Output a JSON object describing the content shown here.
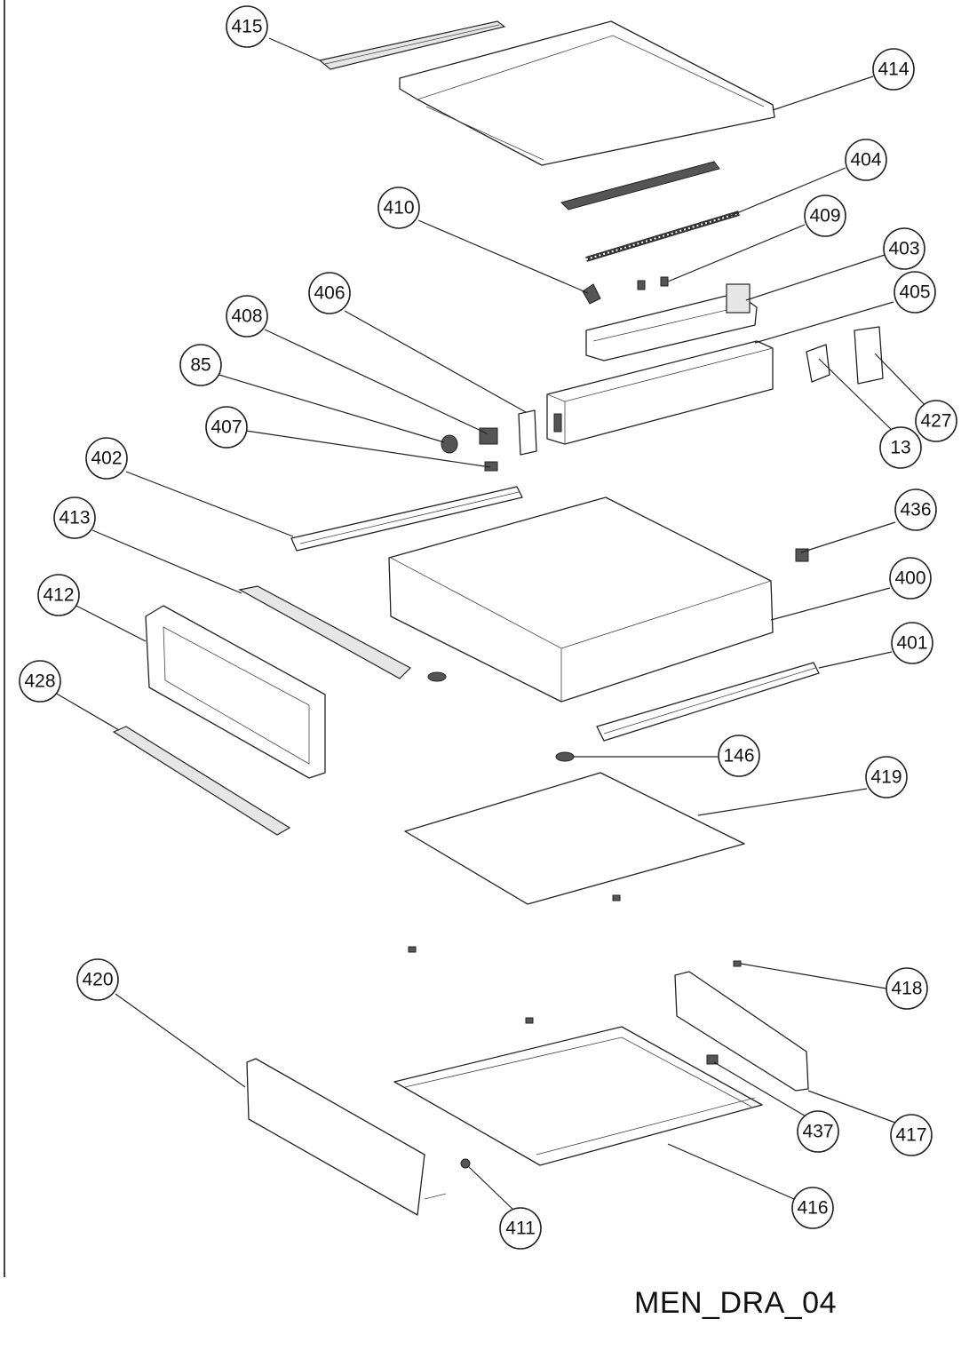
{
  "drawing_id": "MEN_DRA_04",
  "callouts": [
    {
      "label": "415"
    },
    {
      "label": "414"
    },
    {
      "label": "404"
    },
    {
      "label": "410"
    },
    {
      "label": "409"
    },
    {
      "label": "403"
    },
    {
      "label": "405"
    },
    {
      "label": "406"
    },
    {
      "label": "408"
    },
    {
      "label": "85"
    },
    {
      "label": "407"
    },
    {
      "label": "427"
    },
    {
      "label": "13"
    },
    {
      "label": "402"
    },
    {
      "label": "436"
    },
    {
      "label": "413"
    },
    {
      "label": "400"
    },
    {
      "label": "412"
    },
    {
      "label": "401"
    },
    {
      "label": "428"
    },
    {
      "label": "146"
    },
    {
      "label": "419"
    },
    {
      "label": "420"
    },
    {
      "label": "418"
    },
    {
      "label": "417"
    },
    {
      "label": "437"
    },
    {
      "label": "416"
    },
    {
      "label": "411"
    }
  ]
}
